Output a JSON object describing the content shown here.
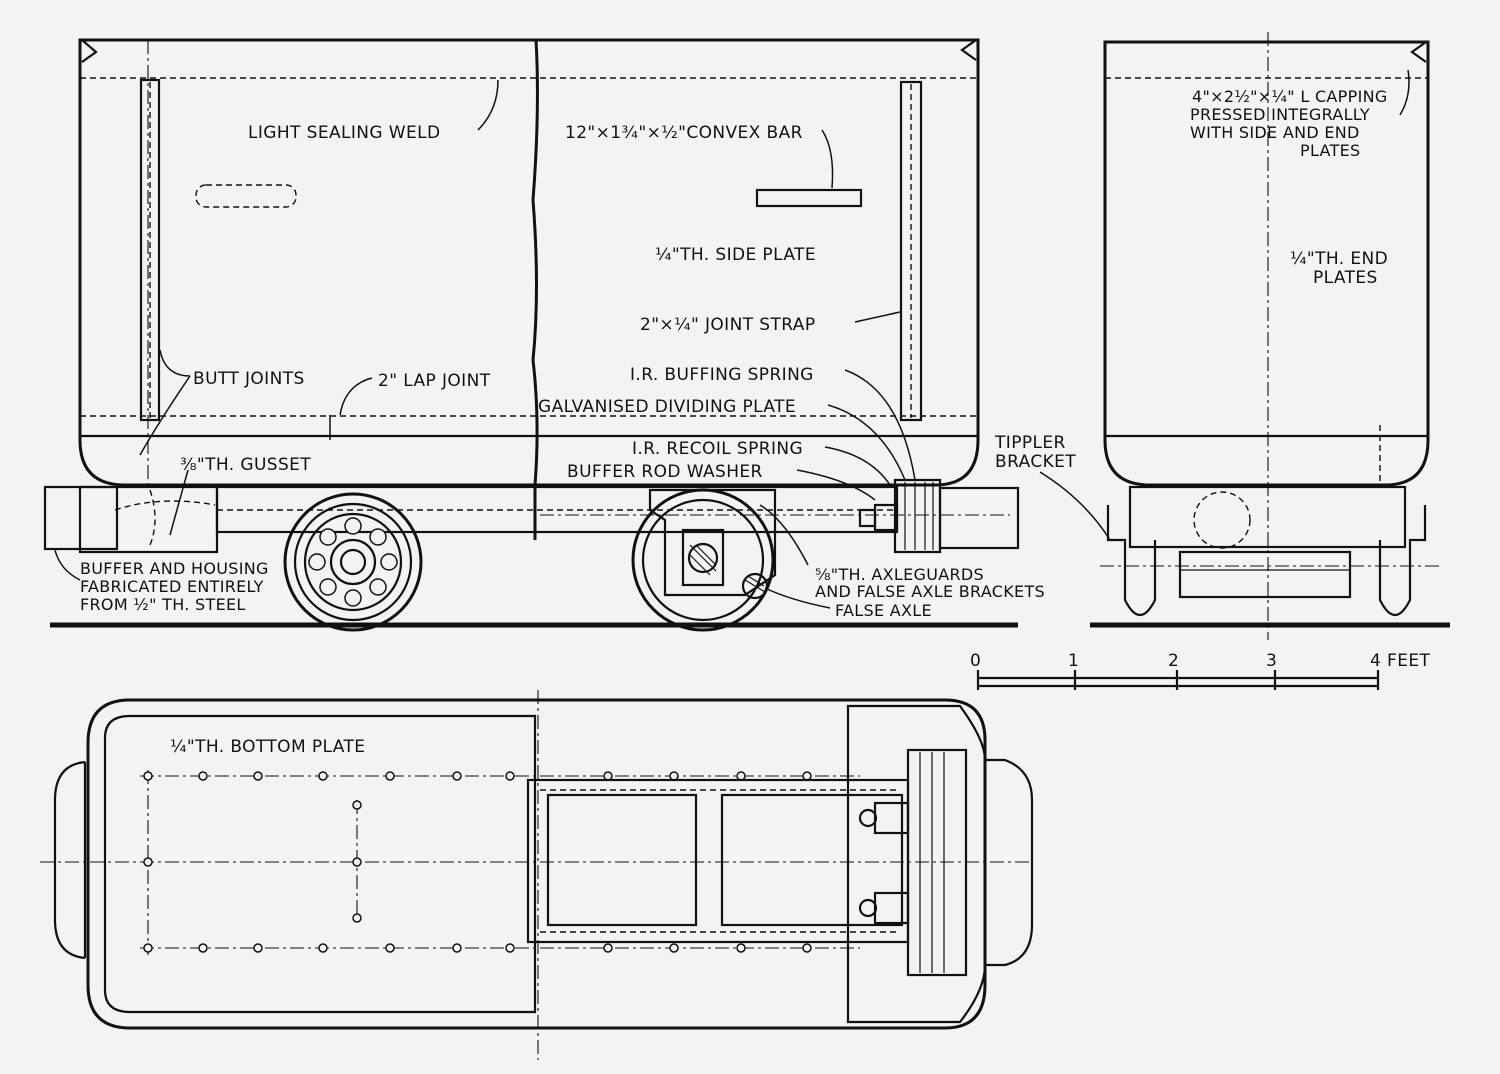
{
  "labels": {
    "light_sealing_weld": "LIGHT SEALING WELD",
    "convex_bar": "12\"×1¾\"×½\"CONVEX BAR",
    "side_plate": "¼\"TH. SIDE PLATE",
    "joint_strap": "2\"×¼\" JOINT STRAP",
    "butt_joints": "BUTT JOINTS",
    "lap_joint": "2\" LAP JOINT",
    "ir_buffing_spring": "I.R. BUFFING SPRING",
    "galvanised_dividing_plate": "GALVANISED DIVIDING PLATE",
    "gusset": "⅜\"TH. GUSSET",
    "ir_recoil_spring": "I.R. RECOIL SPRING",
    "buffer_rod_washer": "BUFFER ROD WASHER",
    "buffer_housing_line1": "BUFFER AND HOUSING",
    "buffer_housing_line2": "FABRICATED ENTIRELY",
    "buffer_housing_line3": "FROM ½\" TH. STEEL",
    "axleguards_line1": "⅝\"TH. AXLEGUARDS",
    "axleguards_line2": "AND FALSE AXLE BRACKETS",
    "false_axle": "FALSE AXLE",
    "capping_line1": "4\"×2½\"×¼\" L CAPPING",
    "capping_line2": "PRESSED INTEGRALLY",
    "capping_line3": "WITH SIDE AND END",
    "capping_line4": "PLATES",
    "end_plates_line1": "¼\"TH. END",
    "end_plates_line2": "PLATES",
    "tippler_line1": "TIPPLER",
    "tippler_line2": "BRACKET",
    "bottom_plate": "¼\"TH. BOTTOM PLATE"
  },
  "scale": {
    "ticks": [
      "0",
      "1",
      "2",
      "3",
      "4 FEET"
    ]
  }
}
